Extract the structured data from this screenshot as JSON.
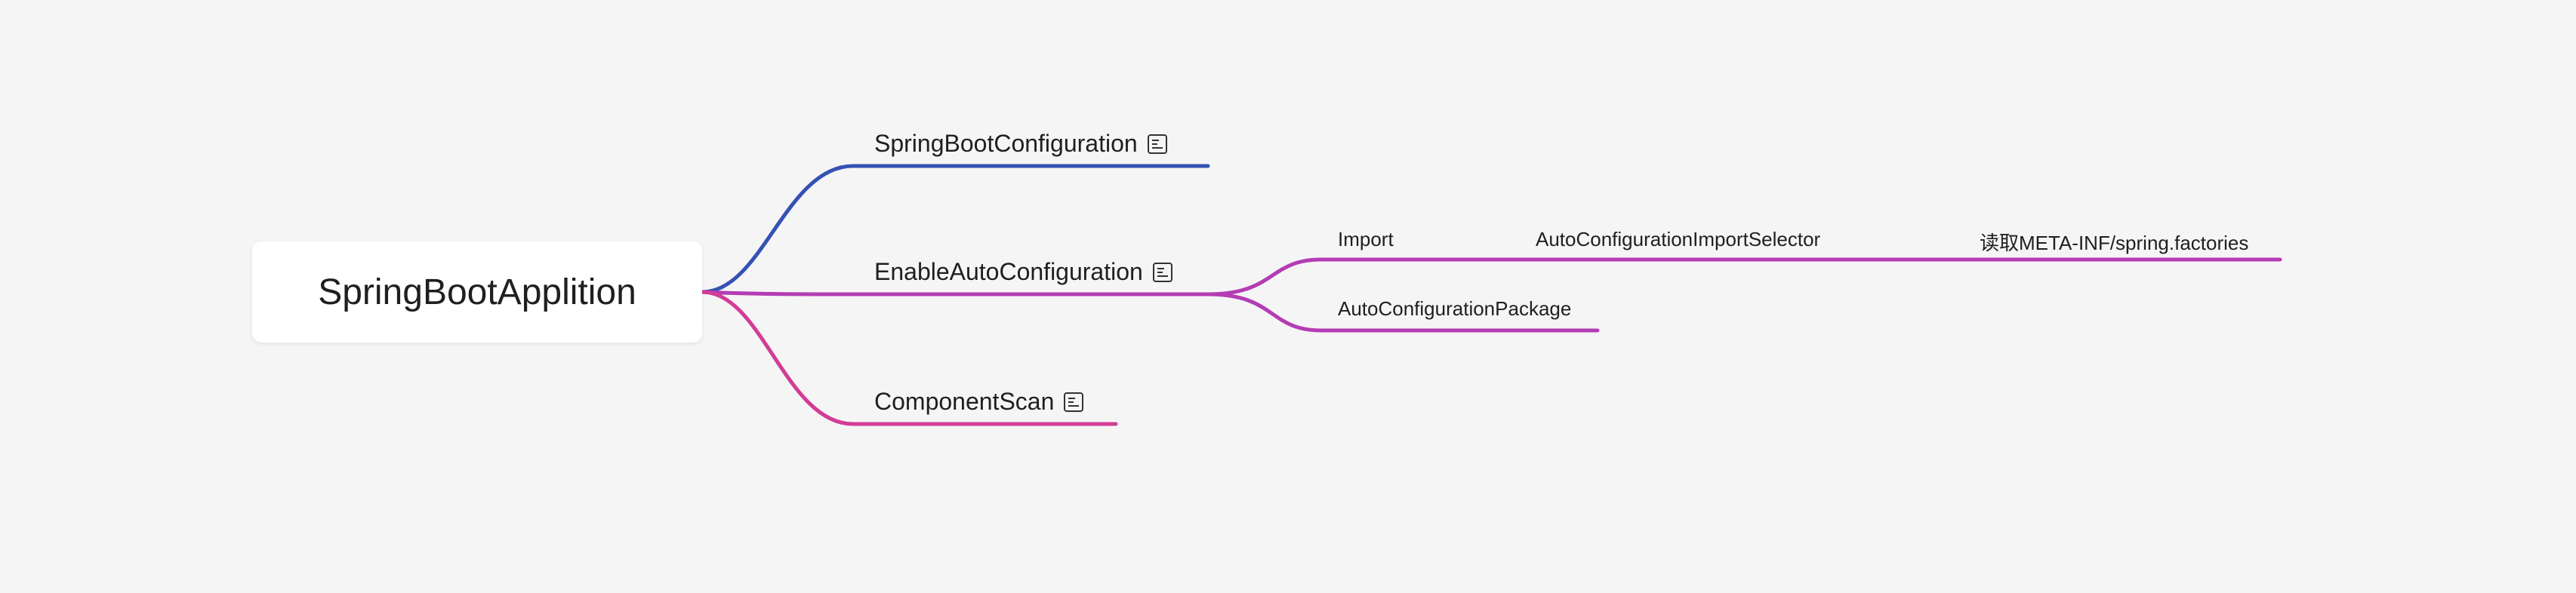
{
  "mindmap": {
    "root": {
      "label": "SpringBootApplition"
    },
    "topics": [
      {
        "label": "SpringBootConfiguration",
        "icon": "note-icon",
        "color": "#3452b4"
      },
      {
        "label": "EnableAutoConfiguration",
        "icon": "note-icon",
        "color": "#b43cb4"
      },
      {
        "label": "ComponentScan",
        "icon": "note-icon",
        "color": "#d23c96"
      }
    ],
    "subtopics": {
      "import": "Import",
      "selector": "AutoConfigurationImportSelector",
      "factories": "读取META-INF/spring.factories",
      "package": "AutoConfigurationPackage"
    }
  }
}
